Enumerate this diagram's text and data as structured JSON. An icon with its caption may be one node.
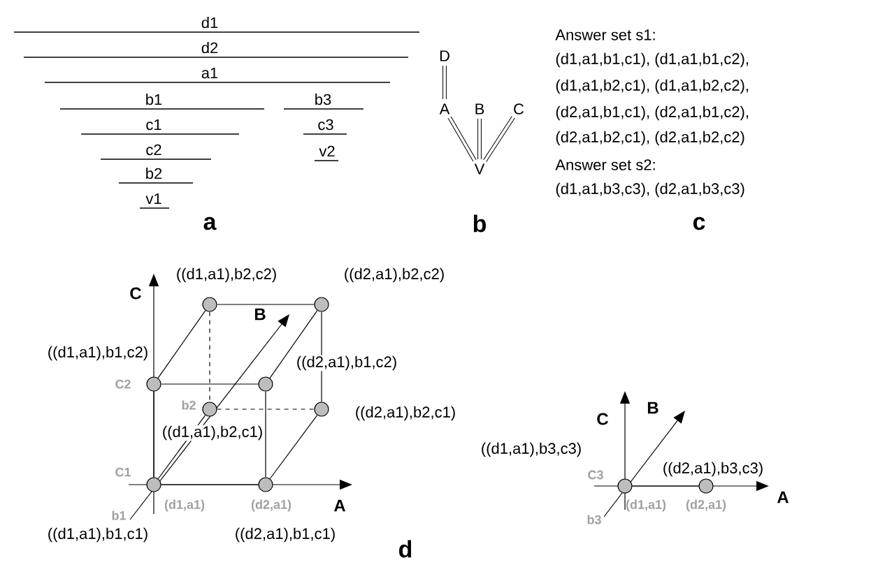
{
  "diagram": {
    "nodes": [
      {
        "text": [
          "D"
        ]
      },
      {
        "text": [
          "A"
        ]
      },
      {
        "text": [
          "B"
        ]
      },
      {
        "text": [
          "C"
        ]
      },
      {
        "text": [
          "V"
        ]
      },
      {
        "text": [],
        "shape": "circle",
        "beside": [
          "((d1,a1),b2,c2)"
        ]
      },
      {
        "text": [],
        "shape": "circle",
        "beside": [
          "((d2,a1),b2,c2)"
        ]
      },
      {
        "text": [],
        "shape": "circle",
        "beside": [
          "((d1,a1),b1,c2)"
        ]
      },
      {
        "text": [],
        "shape": "circle",
        "beside": [
          "((d2,a1),b1,c2)"
        ]
      },
      {
        "text": [],
        "shape": "circle",
        "beside": [
          "((d1,a1),b2,c1)"
        ]
      },
      {
        "text": [],
        "shape": "circle",
        "beside": [
          "((d2,a1),b2,c1)"
        ]
      },
      {
        "text": [],
        "shape": "circle",
        "beside": [
          "((d1,a1),b1,c1)"
        ]
      },
      {
        "text": [],
        "shape": "circle",
        "beside": [
          "((d2,a1),b1,c1)"
        ]
      },
      {
        "text": [],
        "shape": "circle",
        "beside": [
          "((d1,a1),b3,c3)"
        ]
      },
      {
        "text": [],
        "shape": "circle",
        "beside": [
          "((d2,a1),b3,c3)"
        ]
      }
    ],
    "edges": [
      {
        "from": 0,
        "to": 1,
        "arrow": "none"
      },
      {
        "from": 1,
        "to": 4,
        "arrow": "none"
      },
      {
        "from": 2,
        "to": 4,
        "arrow": "none"
      },
      {
        "from": 3,
        "to": 4,
        "arrow": "none"
      },
      {
        "from": 11,
        "to": 12,
        "arrow": "none"
      },
      {
        "from": 11,
        "to": 7,
        "arrow": "none"
      },
      {
        "from": 7,
        "to": 8,
        "arrow": "none"
      },
      {
        "from": 12,
        "to": 8,
        "arrow": "none"
      },
      {
        "from": 5,
        "to": 6,
        "arrow": "none"
      },
      {
        "from": 10,
        "to": 6,
        "arrow": "none"
      },
      {
        "from": 5,
        "to": 9,
        "arrow": "none",
        "style": "dashed"
      },
      {
        "from": 9,
        "to": 10,
        "arrow": "none",
        "style": "dashed"
      },
      {
        "from": 11,
        "to": 9,
        "arrow": "none"
      },
      {
        "from": 7,
        "to": 5,
        "arrow": "none"
      },
      {
        "from": 12,
        "to": 10,
        "arrow": "none"
      },
      {
        "from": 8,
        "to": 6,
        "arrow": "none"
      },
      {
        "from": 13,
        "to": 14,
        "arrow": "none"
      }
    ],
    "labels": [
      "d1",
      "d2",
      "a1",
      "b1",
      "b3",
      "c1",
      "c3",
      "c2",
      "v2",
      "b2",
      "v1",
      "a",
      "b",
      "Answer set s1:",
      "(d1,a1,b1,c1), (d1,a1,b1,c2),",
      "(d1,a1,b2,c1), (d1,a1,b2,c2),",
      "(d2,a1,b1,c1), (d2,a1,b1,c2),",
      "(d2,a1,b2,c1), (d2,a1,b2,c2)",
      "Answer set s2:",
      "(d1,a1,b3,c3), (d2,a1,b3,c3)",
      "c",
      "C",
      "B",
      "C2",
      "b2",
      "C1",
      "A",
      "b1",
      "(d1,a1)",
      "(d2,a1)",
      "C",
      "B",
      "C3",
      "A",
      "(d1,a1)",
      "b3",
      "(d2,a1)",
      "d"
    ]
  }
}
